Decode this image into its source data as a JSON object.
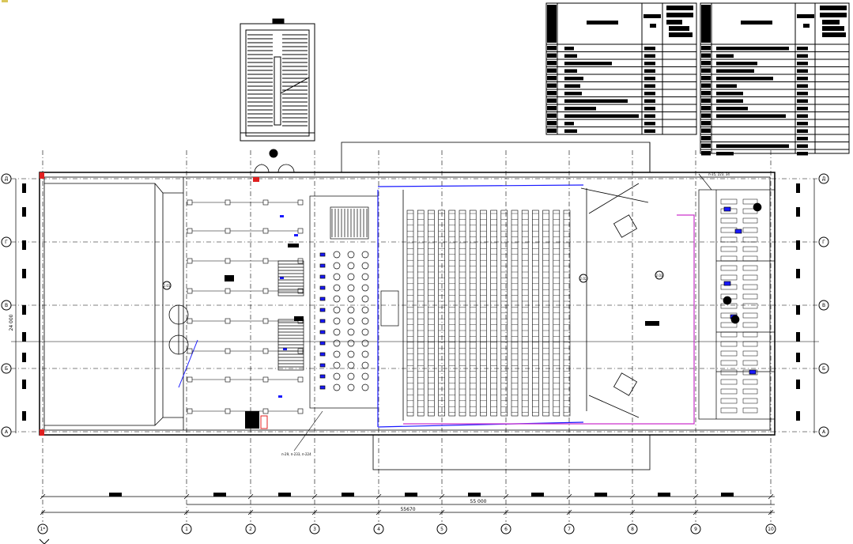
{
  "grid": {
    "columns": [
      "1*",
      "1",
      "2",
      "3",
      "4",
      "5",
      "6",
      "7",
      "8",
      "9",
      "10"
    ],
    "rows": [
      "Д",
      "Г",
      "В",
      "Б",
      "А"
    ]
  },
  "dimensions": {
    "overall_length": "55670",
    "inner_length": "55 000",
    "width": "24 000"
  },
  "room_tags": [
    "2.01",
    "2.02",
    "2.03"
  ],
  "callouts": {
    "bottom_leader": "п-29, п-233, п-224",
    "left_note": "п-2.01",
    "right_top": "п-35, 223, 34"
  },
  "colors": {
    "line": "#000000",
    "grid": "#000000",
    "equipment": "#1a1aff",
    "pipe": "#cc33cc",
    "accent_red": "#e02020"
  },
  "legend_tables": [
    "left-table",
    "right-table"
  ]
}
